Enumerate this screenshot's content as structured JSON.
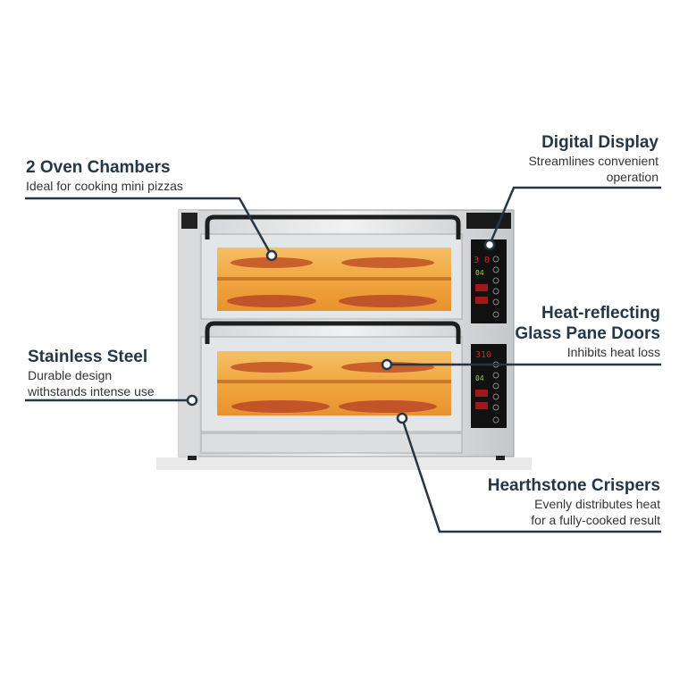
{
  "callouts": {
    "chambers": {
      "title": "2 Oven Chambers",
      "desc": "Ideal for cooking mini pizzas"
    },
    "display": {
      "title": "Digital Display",
      "desc1": "Streamlines convenient",
      "desc2": "operation"
    },
    "steel": {
      "title": "Stainless Steel",
      "desc1": "Durable design",
      "desc2": "withstands intense use"
    },
    "glass": {
      "title1": "Heat-reflecting",
      "title2": "Glass Pane Doors",
      "desc": "Inhibits heat loss"
    },
    "crispers": {
      "title": "Hearthstone Crispers",
      "desc1": "Evenly distributes heat",
      "desc2": "for a fully-cooked result"
    }
  },
  "oven": {
    "top_display": "3 0",
    "bottom_display": "310",
    "timer_1": "04",
    "timer_2": "04"
  },
  "colors": {
    "heading": "#253746",
    "line": "#253746",
    "glow": "#f5b54a"
  }
}
